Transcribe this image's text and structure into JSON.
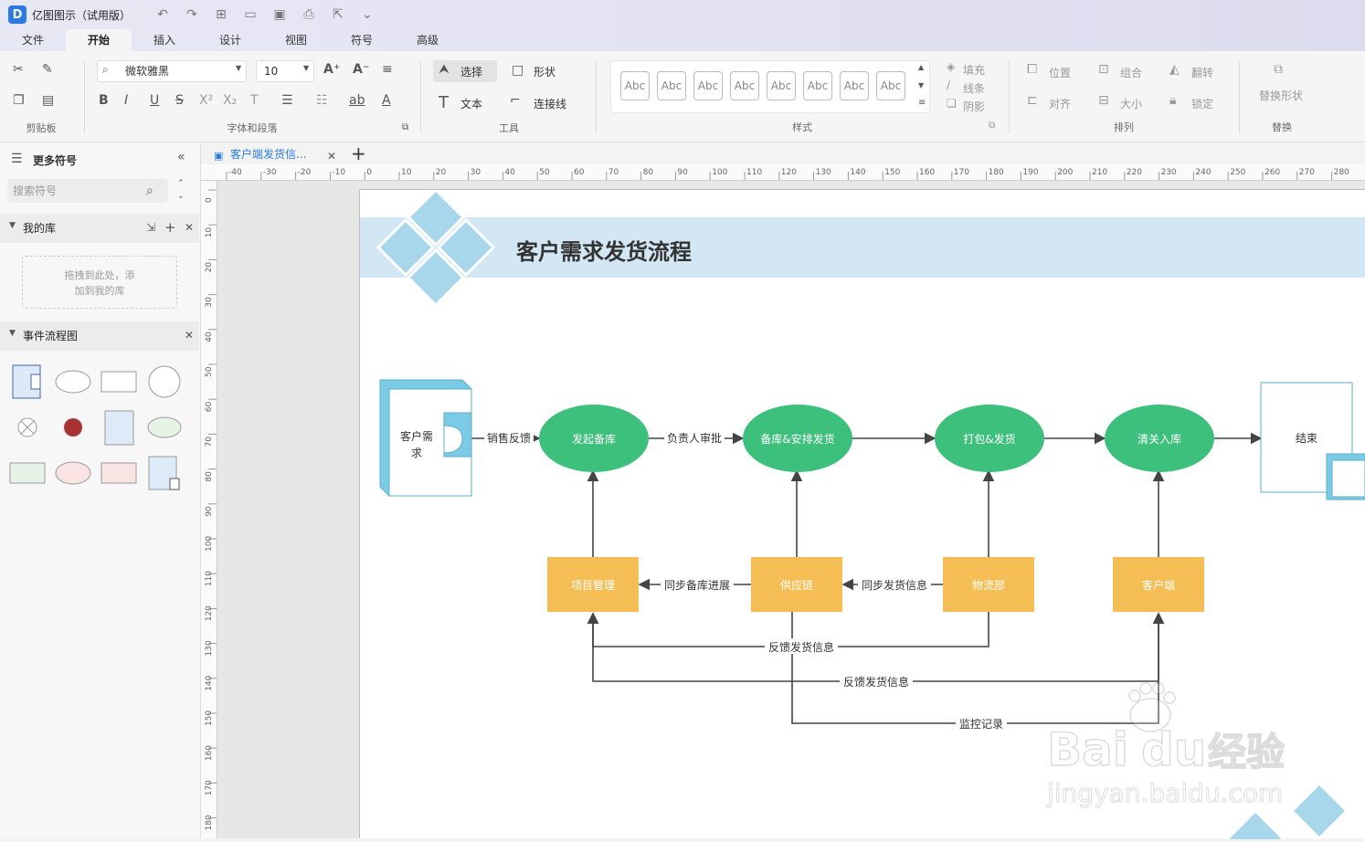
{
  "app": {
    "logo": "D",
    "title": "亿图图示（试用版）"
  },
  "menu": [
    "文件",
    "开始",
    "插入",
    "设计",
    "视图",
    "符号",
    "高级"
  ],
  "ribbon": {
    "font_name": "微软雅黑",
    "font_size": "10",
    "select_label": "选择",
    "shape_label": "形状",
    "text_label": "文本",
    "connector_label": "连接线",
    "style_sample": "Abc",
    "fill_label": "填充",
    "line_label": "线条",
    "shadow_label": "阴影",
    "position_label": "位置",
    "group_label": "组合",
    "flip_label": "翻转",
    "align_label": "对齐",
    "size_label": "大小",
    "lock_label": "锁定",
    "replace_label": "替换形状",
    "groups": {
      "clipboard": "剪贴板",
      "font": "字体和段落",
      "tools": "工具",
      "style": "样式",
      "arrange": "排列",
      "replace": "替换"
    }
  },
  "sidebar": {
    "more_symbols": "更多符号",
    "search_placeholder": "搜索符号",
    "my_library": "我的库",
    "drop_hint_1": "拖拽到此处，添",
    "drop_hint_2": "加到我的库",
    "flow_section": "事件流程图"
  },
  "document_tab": "客户端发货信...",
  "ruler_h": [
    "-40",
    "-30",
    "-20",
    "-10",
    "0",
    "10",
    "20",
    "30",
    "40",
    "50",
    "60",
    "70",
    "80",
    "90",
    "100",
    "110",
    "120",
    "130",
    "140",
    "150",
    "160",
    "170",
    "180",
    "190",
    "200",
    "210",
    "220",
    "230",
    "240",
    "250",
    "260",
    "270",
    "280"
  ],
  "ruler_v": [
    "0",
    "10",
    "20",
    "30",
    "40",
    "50",
    "60",
    "70",
    "80",
    "90",
    "100",
    "110",
    "120",
    "130",
    "140",
    "150",
    "160",
    "170",
    "180"
  ],
  "diagram": {
    "title": "客户需求发货流程",
    "start_line1": "客户需",
    "start_line2": "求",
    "end": "结束",
    "ovals": [
      "发起备库",
      "备库&安排发货",
      "打包&发货",
      "清关入库"
    ],
    "rects": [
      "项目管理",
      "供应链",
      "物流部",
      "客户端"
    ],
    "edge_labels": {
      "sales_feedback": "销售反馈",
      "manager_approve": "负责人审批",
      "sync_stock": "同步备库进展",
      "sync_ship": "同步发货信息",
      "feedback1": "反馈发货信息",
      "feedback2": "反馈发货信息",
      "monitor": "监控记录"
    },
    "colors": {
      "oval": "#3dc07c",
      "rect": "#f5be55",
      "banner": "#d2e7f3",
      "diamond": "#a8d6ea",
      "arrow": "#444444"
    }
  },
  "watermark": {
    "brand": "Bai",
    "brand2": "du",
    "word": "经验",
    "url": "jingyan.baidu.com"
  }
}
